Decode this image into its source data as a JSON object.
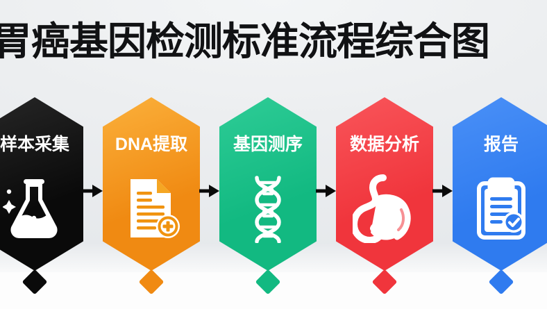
{
  "page": {
    "title": "胃癌基因检测标准流程综合图",
    "background_top_color": "#eceef0",
    "background_bottom_color": "#fdfdfd",
    "title_color": "#111214"
  },
  "flow": {
    "arrow_color": "#0a0a0a",
    "arrow_icon": "arrow-right-icon",
    "steps": [
      {
        "label": "样本采集",
        "icon": "flask-icon",
        "color": "#0a0a0a",
        "color_light": "#262626",
        "text_color": "#ffffff"
      },
      {
        "label": "DNA提取",
        "icon": "document-plus-icon",
        "color": "#F08A12",
        "color_light": "#FBB03B",
        "text_color": "#ffffff"
      },
      {
        "label": "基因测序",
        "icon": "dna-helix-icon",
        "color": "#12B981",
        "color_light": "#2ECC96",
        "text_color": "#ffffff"
      },
      {
        "label": "数据分析",
        "icon": "stomach-icon",
        "color": "#F0353C",
        "color_light": "#F9555A",
        "text_color": "#ffffff"
      },
      {
        "label": "报告",
        "icon": "clipboard-check-icon",
        "color": "#2F7BEF",
        "color_light": "#4A90F7",
        "text_color": "#ffffff"
      }
    ]
  }
}
